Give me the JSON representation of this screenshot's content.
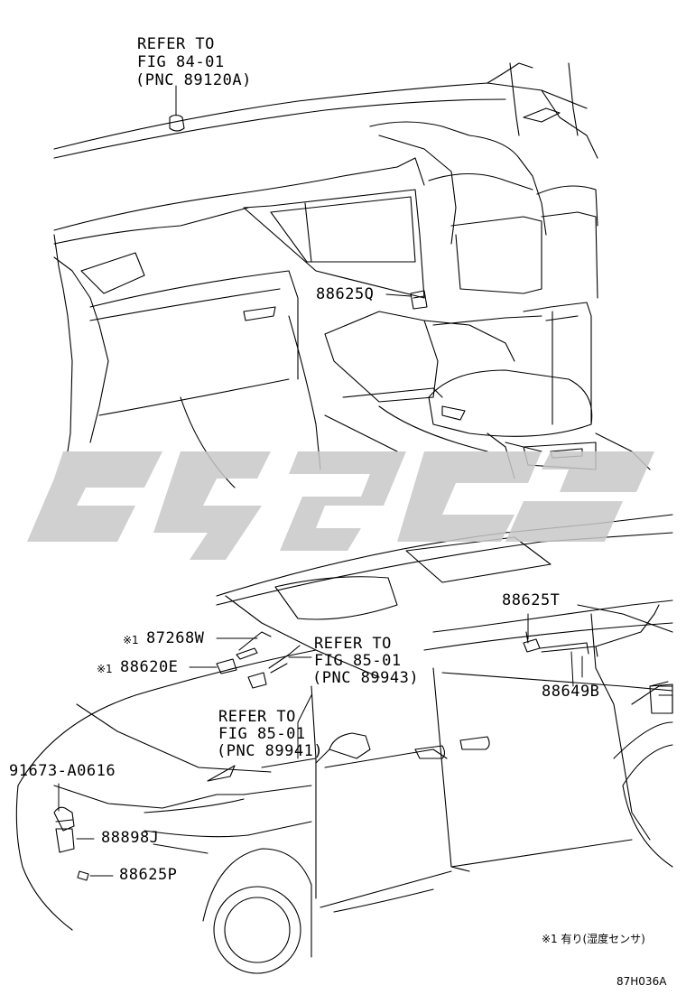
{
  "refs": {
    "fig84": [
      "REFER TO",
      "FIG 84-01",
      "(PNC 89120A)"
    ],
    "fig85a": [
      "REFER TO",
      "FIG 85-01",
      "(PNC 89943)"
    ],
    "fig85b": [
      "REFER TO",
      "FIG 85-01",
      "(PNC 89941)"
    ]
  },
  "parts": {
    "p88625Q": "88625Q",
    "p87268W": "87268W",
    "p88620E": "88620E",
    "p88625T": "88625T",
    "p88649B": "88649B",
    "p91673": "91673-A0616",
    "p88898J": "88898J",
    "p88625P": "88625P"
  },
  "marks": {
    "m1": "※1",
    "m2": "※1"
  },
  "footnote": "※1 有り(湿度センサ)",
  "figure_code": "87H036A",
  "watermark": {
    "color": "#c8c8c8"
  }
}
